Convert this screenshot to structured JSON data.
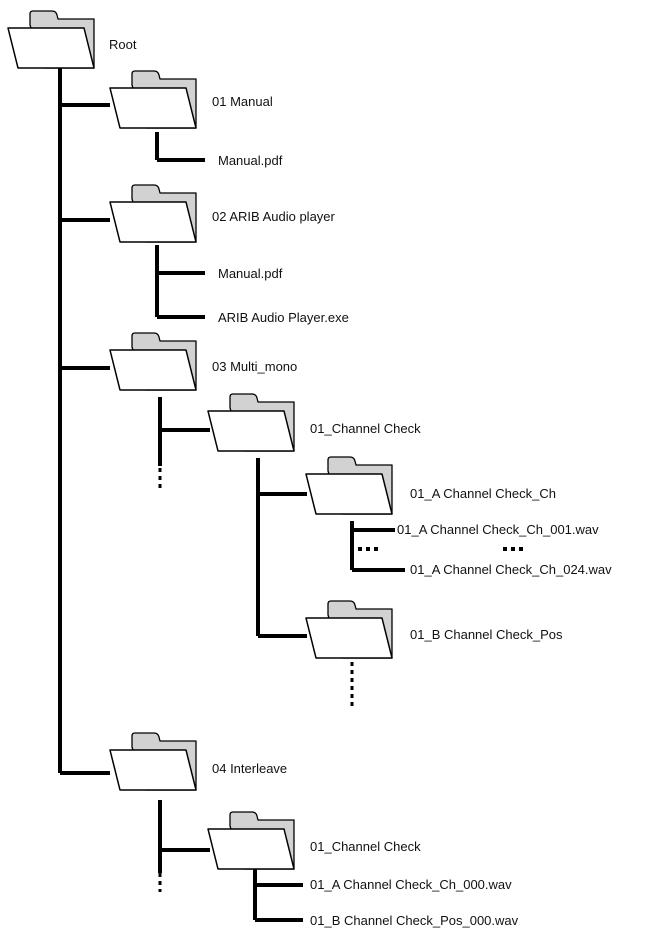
{
  "colors": {
    "line": "#000000",
    "folder_tab": "#d2d2d2",
    "folder_front": "#ffffff",
    "folder_outline": "#000000",
    "text": "#111111"
  },
  "tree": {
    "root": {
      "name": "Root",
      "icon": "folder-icon"
    },
    "manual_folder": {
      "name": "01 Manual",
      "icon": "folder-icon"
    },
    "manual_file": {
      "name": "Manual.pdf"
    },
    "arib_folder": {
      "name": "02 ARIB Audio player",
      "icon": "folder-icon"
    },
    "arib_manual_file": {
      "name": "Manual.pdf"
    },
    "arib_exe_file": {
      "name": "ARIB Audio Player.exe"
    },
    "multi_mono_folder": {
      "name": "03 Multi_mono",
      "icon": "folder-icon"
    },
    "mm_channel_check_folder": {
      "name": "01_Channel Check",
      "icon": "folder-icon"
    },
    "mm_a_folder": {
      "name": "01_A Channel Check_Ch",
      "icon": "folder-icon"
    },
    "mm_a_first_file": {
      "name": "01_A Channel Check_Ch_001.wav"
    },
    "mm_a_last_file": {
      "name": "01_A Channel Check_Ch_024.wav"
    },
    "mm_b_folder": {
      "name": "01_B Channel Check_Pos",
      "icon": "folder-icon"
    },
    "interleave_folder": {
      "name": "04 Interleave",
      "icon": "folder-icon"
    },
    "il_channel_check_folder": {
      "name": "01_Channel Check",
      "icon": "folder-icon"
    },
    "il_a_file": {
      "name": "01_A Channel Check_Ch_000.wav"
    },
    "il_b_file": {
      "name": "01_B Channel Check_Pos_000.wav"
    }
  }
}
